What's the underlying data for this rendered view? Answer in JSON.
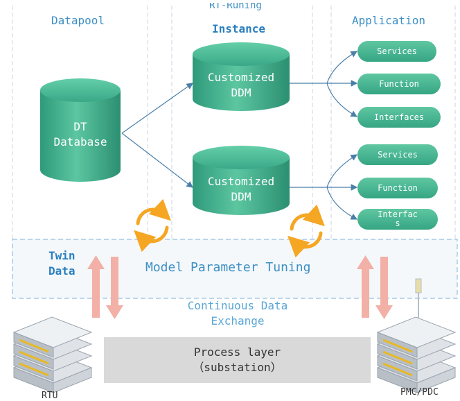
{
  "columns": {
    "datapool": "Datapool",
    "runtime_cut": "RT-Runing",
    "instance": "Instance",
    "application": "Application"
  },
  "database": {
    "line1": "DT",
    "line2": "Database"
  },
  "ddm_top": {
    "line1": "Customized",
    "line2": "DDM"
  },
  "ddm_bottom": {
    "line1": "Customized",
    "line2": "DDM"
  },
  "app_top": [
    "Services",
    "Function",
    "Interfaces"
  ],
  "app_bottom": {
    "services": "Services",
    "function": "Function",
    "interfaces_line1": "Interfac",
    "interfaces_line2": "s"
  },
  "twin": {
    "line1": "Twin",
    "line2": "Data"
  },
  "tuning": "Model Parameter Tuning",
  "exchange": {
    "line1": "Continuous Data",
    "line2": "Exchange"
  },
  "process": {
    "line1": "Process layer",
    "line2": "（substation）"
  },
  "devices": {
    "left": "RTU",
    "right": "PMC/PDC"
  },
  "colors": {
    "cylinder": "#3aa888",
    "pill": "#4dbb94",
    "accent_blue": "#3d8fc4",
    "cycle_orange": "#f5a623",
    "arrow_pink": "#f2b0a6"
  }
}
